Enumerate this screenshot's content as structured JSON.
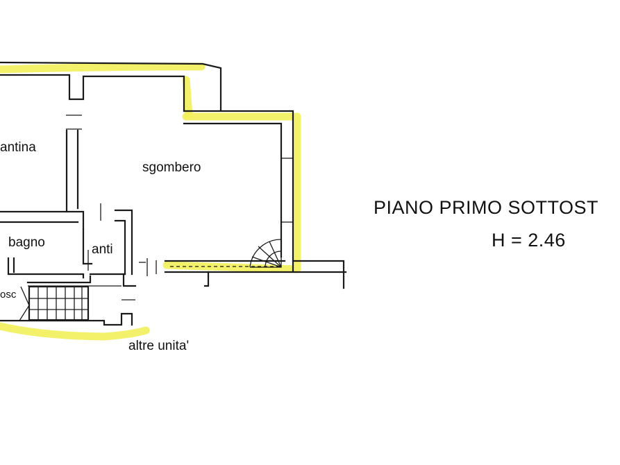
{
  "rooms": {
    "cantina": "antina",
    "sgombero": "sgombero",
    "bagno": "bagno",
    "anti": "anti",
    "ripostiglio": "osc",
    "altre_unita": "altre unita'"
  },
  "floor": {
    "title": "PIANO PRIMO SOTTOST",
    "height": "H = 2.46"
  },
  "colors": {
    "highlight": "#f2f05a",
    "ink": "#1a1a1a",
    "background": "#ffffff"
  }
}
